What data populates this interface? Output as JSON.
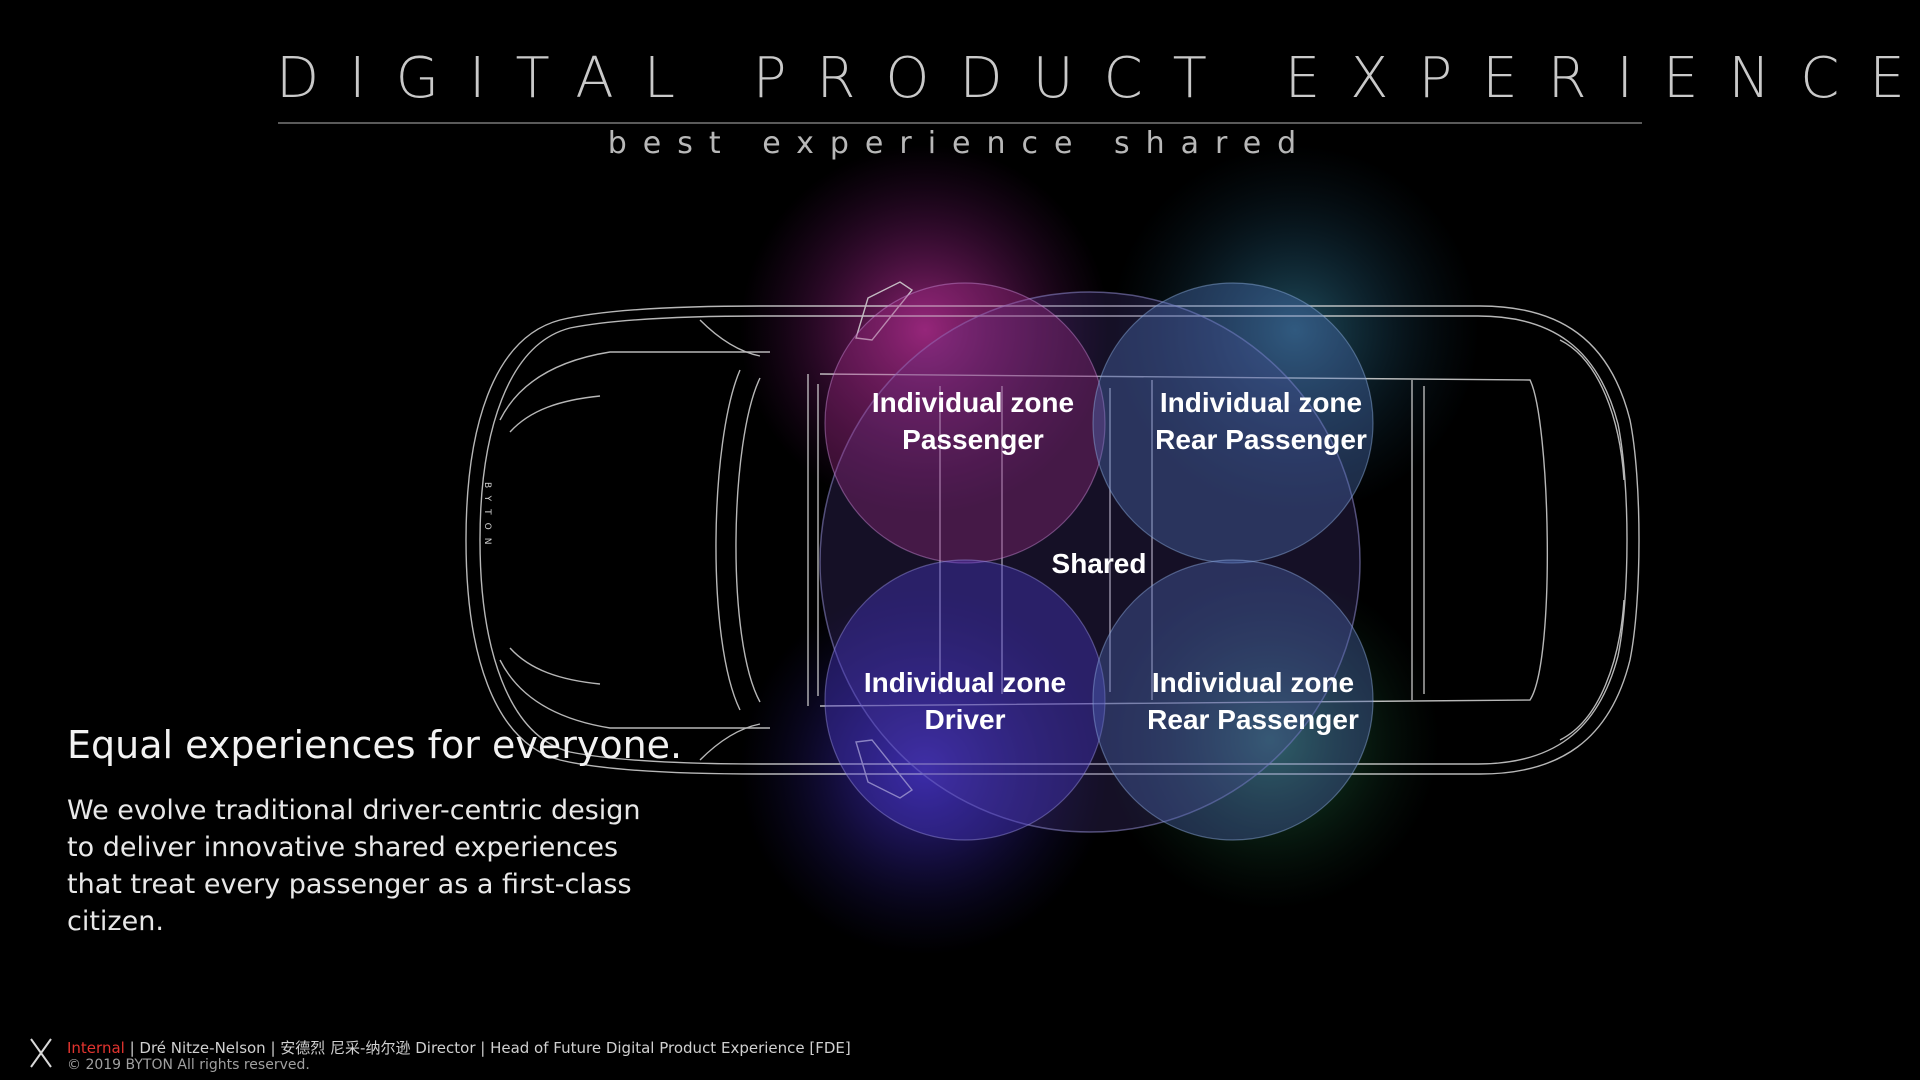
{
  "header": {
    "title": "DIGITAL PRODUCT EXPERIENCE",
    "subtitle": "best experience shared"
  },
  "diagram": {
    "zones": [
      {
        "line1": "Individual zone",
        "line2": "Passenger",
        "color": "#b4288c"
      },
      {
        "line1": "Individual zone",
        "line2": "Rear Passenger",
        "color": "#3c7aa8"
      },
      {
        "line1": "Individual zone",
        "line2": "Driver",
        "color": "#4430c8"
      },
      {
        "line1": "Individual zone",
        "line2": "Rear Passenger",
        "color": "#2e8a5a"
      }
    ],
    "shared_label": "Shared",
    "car_brand": "BYTON"
  },
  "content": {
    "headline": "Equal experiences for everyone.",
    "body_lines": [
      "We evolve traditional driver-centric design",
      "to deliver innovative shared experiences",
      "that treat every passenger as a first-class",
      "citizen."
    ]
  },
  "footer": {
    "classification": "Internal",
    "presenter": " | Dré Nitze-Nelson | 安德烈 尼采-纳尔逊  Director | Head of Future Digital Product Experience [FDE]",
    "copyright": "© 2019 BYTON All rights reserved."
  }
}
